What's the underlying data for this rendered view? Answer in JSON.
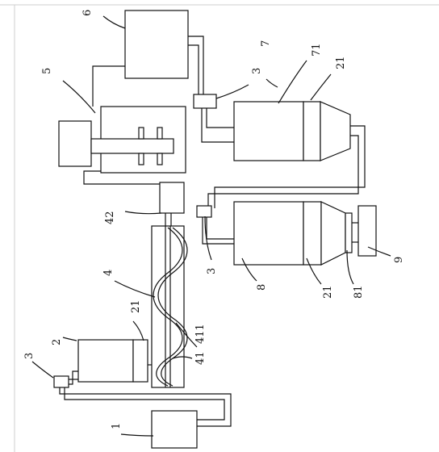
{
  "labels": {
    "l1": "1",
    "l2": "2",
    "l3_left": "3",
    "l3_top": "3",
    "l3_mid": "3",
    "l4": "4",
    "l5": "5",
    "l6": "6",
    "l7": "7",
    "l8": "8",
    "l9": "9",
    "l21_left": "21",
    "l21_top": "21",
    "l21_bottom": "21",
    "l41": "41",
    "l42": "42",
    "l71": "71",
    "l81": "81",
    "l411": "411"
  }
}
